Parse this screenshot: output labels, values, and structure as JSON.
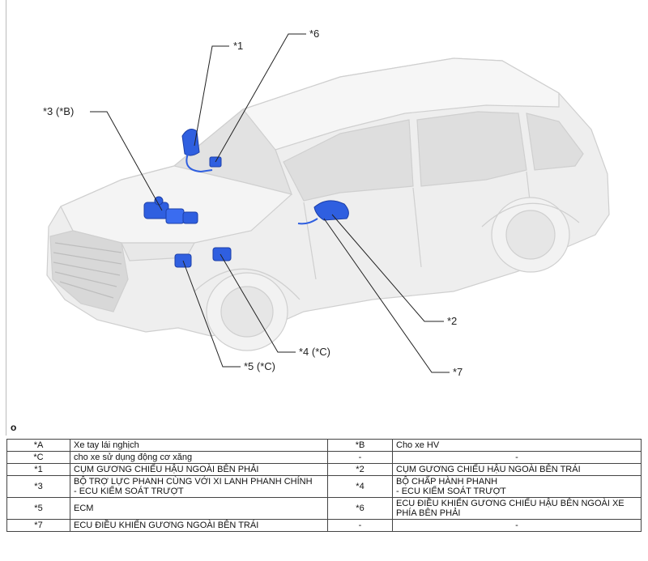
{
  "diagram": {
    "callouts": {
      "c1": "*1",
      "c6": "*6",
      "c3": "*3 (*B)",
      "c2": "*2",
      "c7": "*7",
      "c4": "*4 (*C)",
      "c5": "*5 (*C)"
    },
    "colors": {
      "part": "#2f5fe0",
      "part_dark": "#1c3fa8",
      "car_body": "#eeeeee",
      "car_outline": "#cfcfcf",
      "leader": "#222222"
    }
  },
  "section_marker": "o",
  "legend": {
    "rows": [
      {
        "code_a": "*A",
        "desc_a": "Xe tay lái nghịch",
        "code_b": "*B",
        "desc_b": "Cho xe HV"
      },
      {
        "code_a": "*C",
        "desc_a": "cho xe sử dụng động cơ xăng",
        "code_b": "-",
        "desc_b": "-"
      },
      {
        "code_a": "*1",
        "desc_a": "CỤM GƯƠNG CHIẾU HẬU NGOÀI BÊN PHẢI",
        "code_b": "*2",
        "desc_b": "CỤM GƯƠNG CHIẾU HẬU NGOÀI BÊN TRÁI"
      },
      {
        "code_a": "*3",
        "desc_a": "BỘ TRỢ LỰC PHANH CÙNG VỚI XI LANH PHANH CHÍNH\n- ECU KIỂM SOÁT TRƯỢT",
        "code_b": "*4",
        "desc_b": "BỘ CHẤP HÀNH PHANH\n- ECU KIỂM SOÁT TRƯỢT"
      },
      {
        "code_a": "*5",
        "desc_a": "ECM",
        "code_b": "*6",
        "desc_b": "ECU ĐIỀU KHIỂN GƯƠNG CHIẾU HẬU BÊN NGOÀI XE PHÍA BÊN PHẢI"
      },
      {
        "code_a": "*7",
        "desc_a": "ECU ĐIỀU KHIỂN GƯƠNG NGOÀI BÊN TRÁI",
        "code_b": "-",
        "desc_b": "-"
      }
    ]
  }
}
